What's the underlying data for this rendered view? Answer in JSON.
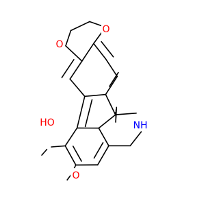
{
  "molecule": {
    "atoms": {
      "o_top_right": {
        "label": "O",
        "color": "#ff0000"
      },
      "o_top_left": {
        "label": "O",
        "color": "#ff0000"
      },
      "hydroxyl": {
        "label": "HO",
        "color": "#ff0000"
      },
      "methoxy_o": {
        "label": "O",
        "color": "#ff0000"
      },
      "amine": {
        "label": "NH",
        "color": "#0000ff"
      }
    },
    "bond_color": "#000000"
  }
}
